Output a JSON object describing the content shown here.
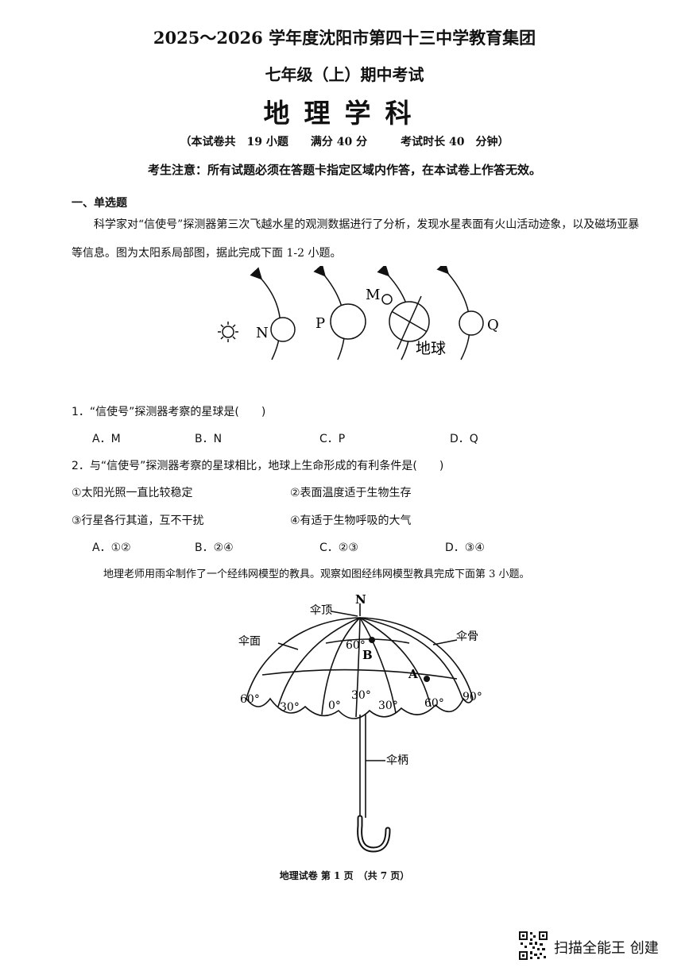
{
  "header": {
    "title_line1": "2025～2026 学年度沈阳市第四十三中学教育集团",
    "title_line2": "七年级（上）期中考试",
    "subject": "地理学科",
    "exam_info": "（本试卷共　19 小题　　满分 40 分　　　考试时长 40　分钟）",
    "notice": "考生注意：所有试题必须在答题卡指定区域内作答，在本试卷上作答无效。"
  },
  "section1": {
    "title": "一、单选题",
    "intro": "科学家对“信使号”探测器第三次飞越水星的观测数据进行了分析，发现水星表面有火山活动迹象，以及磁场亚暴等信息。图为太阳系局部图，据此完成下面 1-2 小题。"
  },
  "figure1": {
    "labels": {
      "n": "N",
      "p": "P",
      "m": "M",
      "earth": "地球",
      "q": "Q"
    }
  },
  "q1": {
    "stem": "1．“信使号”探测器考察的星球是(　　)",
    "options": [
      "A．M",
      "B．N",
      "C．P",
      "D．Q"
    ]
  },
  "q2": {
    "stem": "2．与“信使号”探测器考察的星球相比，地球上生命形成的有利条件是(　　)",
    "conditions": [
      "①太阳光照一直比较稳定",
      "②表面温度适于生物生存",
      "③行星各行其道，互不干扰",
      "④有适于生物呼吸的大气"
    ],
    "options": [
      "A．①②",
      "B．②④",
      "C．②③",
      "D．③④"
    ]
  },
  "q3_intro": "地理老师用雨伞制作了一个经纬网模型的教具。观察如图经纬网模型教具完成下面第 3 小题。",
  "figure2": {
    "labels": {
      "north": "N",
      "top": "伞顶",
      "surface": "伞面",
      "rib": "伞骨",
      "handle": "伞柄",
      "lat60": "60°",
      "lat30": "30°",
      "point_a": "A",
      "point_b": "B",
      "lon_60_left": "60°",
      "lon_30_left": "30°",
      "lon_0": "0°",
      "lon_30_right": "30°",
      "lon_60_right": "60°",
      "lon_90": "90°"
    }
  },
  "footer": {
    "page": "地理试卷 第 1 页　（共 7 页）",
    "scanner": "扫描全能王 创建"
  }
}
